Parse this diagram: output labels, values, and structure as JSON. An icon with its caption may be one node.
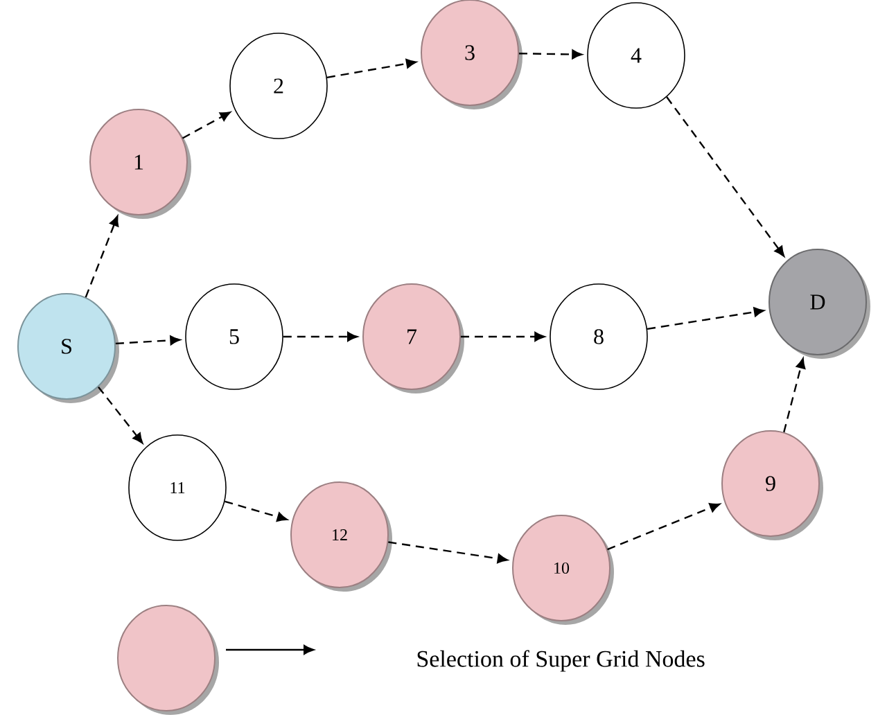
{
  "diagram": {
    "nodes": [
      {
        "text": [
          "S"
        ]
      },
      {
        "text": [
          "1"
        ]
      },
      {
        "text": [
          "2"
        ]
      },
      {
        "text": [
          "3"
        ]
      },
      {
        "text": [
          "4"
        ]
      },
      {
        "text": [
          "5"
        ]
      },
      {
        "text": [
          "7"
        ]
      },
      {
        "text": [
          "8"
        ]
      },
      {
        "text": [
          "D"
        ]
      },
      {
        "text": [
          "11"
        ]
      },
      {
        "text": [
          "12"
        ]
      },
      {
        "text": [
          "10"
        ]
      },
      {
        "text": [
          "9"
        ]
      }
    ],
    "edges": [
      {
        "from": 0,
        "to": 1,
        "arrow": "to",
        "style": "dashed"
      },
      {
        "from": 1,
        "to": 2,
        "arrow": "to",
        "style": "dashed"
      },
      {
        "from": 2,
        "to": 3,
        "arrow": "to",
        "style": "dashed"
      },
      {
        "from": 3,
        "to": 4,
        "arrow": "to",
        "style": "dashed"
      },
      {
        "from": 4,
        "to": 8,
        "arrow": "to",
        "style": "dashed"
      },
      {
        "from": 0,
        "to": 5,
        "arrow": "to",
        "style": "dashed"
      },
      {
        "from": 5,
        "to": 6,
        "arrow": "to",
        "style": "dashed"
      },
      {
        "from": 6,
        "to": 7,
        "arrow": "to",
        "style": "dashed"
      },
      {
        "from": 7,
        "to": 8,
        "arrow": "to",
        "style": "dashed"
      },
      {
        "from": 0,
        "to": 9,
        "arrow": "to",
        "style": "dashed"
      },
      {
        "from": 9,
        "to": 10,
        "arrow": "to",
        "style": "dashed"
      },
      {
        "from": 10,
        "to": 11,
        "arrow": "to",
        "style": "dashed"
      },
      {
        "from": 11,
        "to": 12,
        "arrow": "to",
        "style": "dashed"
      },
      {
        "from": 12,
        "to": 8,
        "arrow": "to",
        "style": "dashed"
      }
    ],
    "legend": [
      {
        "text": "Selection of Super Grid Nodes",
        "color": "#f0c4c8"
      }
    ]
  }
}
